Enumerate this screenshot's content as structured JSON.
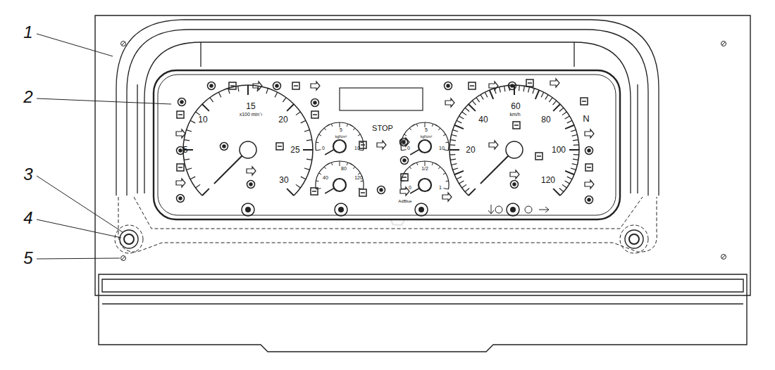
{
  "diagram": {
    "labels": [
      "1",
      "2",
      "3",
      "4",
      "5",
      "5",
      "10",
      "15",
      "20",
      "25",
      "30",
      "x100 min⁻¹",
      "STOP",
      "0",
      "5",
      "10",
      "kgf/cm²",
      "0",
      "5",
      "10",
      "kgf/cm²",
      "40",
      "80",
      "120",
      "0",
      "1/2",
      "1",
      "AdBlue",
      "20",
      "40",
      "60",
      "80",
      "100",
      "120",
      "km/h",
      "N"
    ]
  }
}
